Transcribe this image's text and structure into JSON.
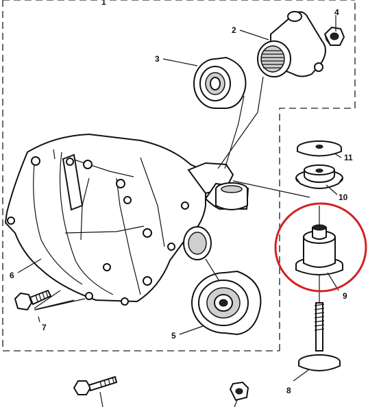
{
  "callouts": {
    "c1": "1",
    "c2": "2",
    "c3": "3",
    "c4": "4",
    "c5": "5",
    "c6": "6",
    "c7": "7",
    "c8": "8",
    "c9": "9",
    "c10": "10",
    "c11": "11"
  },
  "colors": {
    "line": "#111111",
    "highlight": "#d32020",
    "shade": "#cfcfcf"
  }
}
